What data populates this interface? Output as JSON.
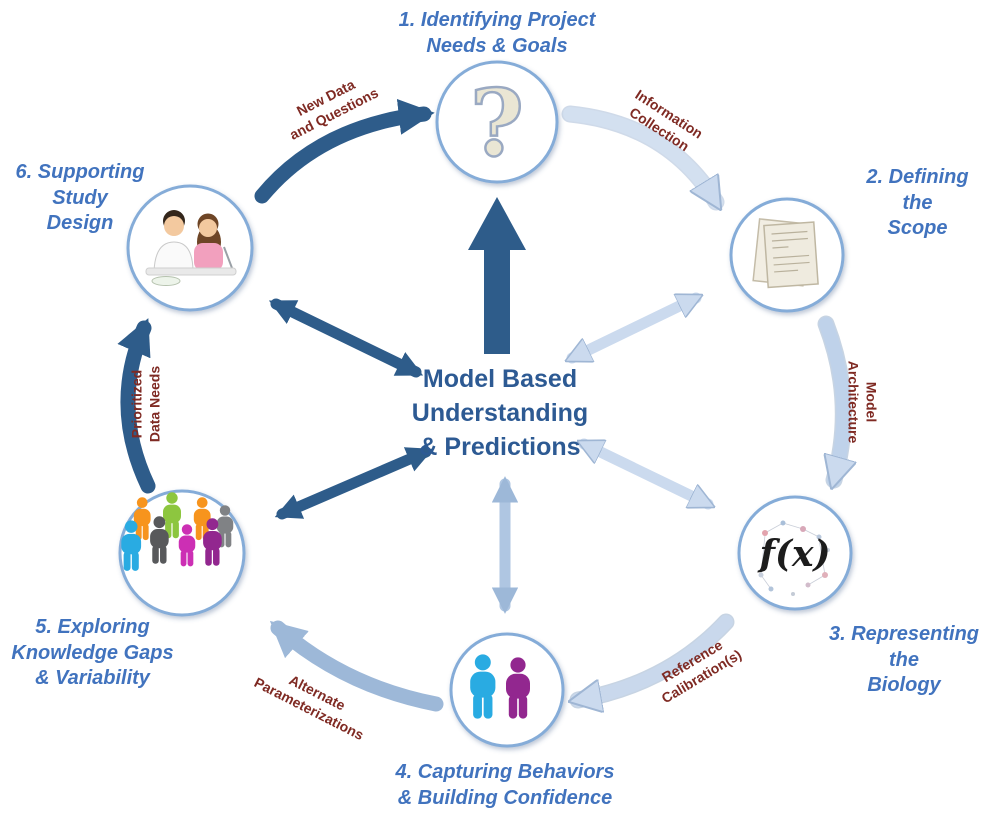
{
  "diagram_title": "Model Based Understanding & Predictions cycle",
  "center": {
    "label": "Model Based\nUnderstanding\n& Predictions"
  },
  "stages": [
    {
      "number": "1.",
      "name": "Identifying Project\nNeeds & Goals",
      "icon": "question-mark-icon"
    },
    {
      "number": "2.",
      "name": "Defining\nthe\nScope",
      "icon": "documents-icon"
    },
    {
      "number": "3.",
      "name": "Representing\nthe\nBiology",
      "icon": "function-network-icon"
    },
    {
      "number": "4.",
      "name": "Capturing Behaviors\n& Building Confidence",
      "icon": "two-people-icon"
    },
    {
      "number": "5.",
      "name": "Exploring\nKnowledge Gaps\n& Variability",
      "icon": "population-crowd-icon"
    },
    {
      "number": "6.",
      "name": "Supporting\nStudy\nDesign",
      "icon": "study-team-icon"
    }
  ],
  "transitions": [
    {
      "from": 6,
      "to": 1,
      "label": "New Data\nand Questions"
    },
    {
      "from": 1,
      "to": 2,
      "label": "Information\nCollection"
    },
    {
      "from": 2,
      "to": 3,
      "label": "Model\nArchitecture"
    },
    {
      "from": 3,
      "to": 4,
      "label": "Reference\nCalibration(s)"
    },
    {
      "from": 4,
      "to": 5,
      "label": "Alternate\nParameterizations"
    },
    {
      "from": 5,
      "to": 6,
      "label": "Prioritized\nData Needs"
    }
  ],
  "icon_text": {
    "question_mark": "?",
    "function": "f(x)"
  },
  "colors": {
    "stage_label": "#4173BE",
    "center_text": "#2D5A93",
    "transition_label": "#7F2A23",
    "arrow_dark": "#2E5C8A",
    "arrow_light": "#CBDAEE",
    "arrow_mid": "#9DB8D8",
    "node_ring": "#85ACD8"
  }
}
